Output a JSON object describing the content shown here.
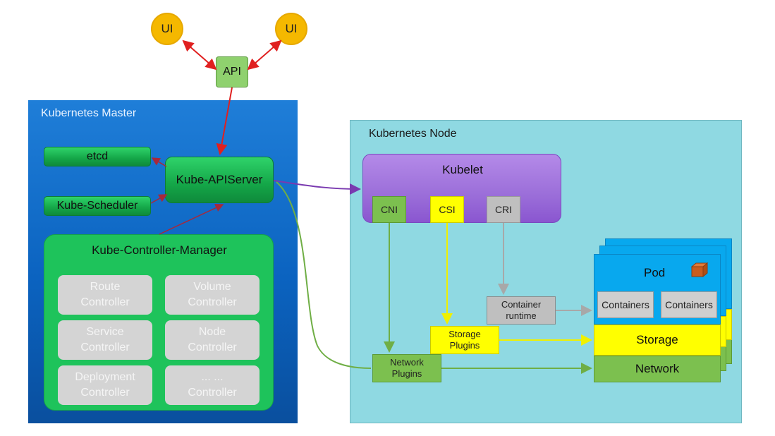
{
  "top": {
    "ui_left": "UI",
    "ui_right": "UI",
    "api": "API"
  },
  "master": {
    "title": "Kubernetes Master",
    "etcd": "etcd",
    "scheduler": "Kube-Scheduler",
    "apiserver": "Kube-APIServer",
    "controller_manager": {
      "title": "Kube-Controller-Manager",
      "controllers": [
        {
          "line1": "Route",
          "line2": "Controller"
        },
        {
          "line1": "Volume",
          "line2": "Controller"
        },
        {
          "line1": "Service",
          "line2": "Controller"
        },
        {
          "line1": "Node",
          "line2": "Controller"
        },
        {
          "line1": "Deployment",
          "line2": "Controller"
        },
        {
          "line1": "... ...",
          "line2": "Controller"
        }
      ]
    }
  },
  "node": {
    "title": "Kubernetes Node",
    "kubelet": {
      "title": "Kubelet",
      "cni": "CNI",
      "csi": "CSI",
      "cri": "CRI"
    },
    "container_runtime": {
      "line1": "Container",
      "line2": "runtime"
    },
    "storage_plugins": {
      "line1": "Storage",
      "line2": "Plugins"
    },
    "network_plugins": {
      "line1": "Network",
      "line2": "Plugins"
    },
    "pod": {
      "title": "Pod",
      "containers": [
        "Containers",
        "Containers"
      ],
      "storage": "Storage",
      "network": "Network"
    }
  },
  "colors": {
    "ui": "#f5b800",
    "api": "#8fd16e",
    "master_bg": "#0b63c0",
    "node_bg": "#8fd9e2",
    "kubelet": "#9b6ed9",
    "cni": "#7cc04f",
    "csi": "#ffff00",
    "cri": "#bfbfbf",
    "pod": "#08a8ee",
    "storage": "#ffff00",
    "network": "#7cc04f",
    "red_arrow": "#e02020",
    "purple_arrow": "#7a3ab0",
    "green_arrow": "#6fae45",
    "yellow_arrow": "#f0f000",
    "grey_arrow": "#a8a8a8"
  }
}
